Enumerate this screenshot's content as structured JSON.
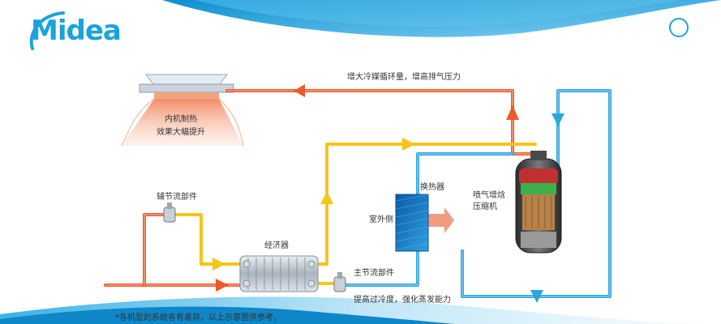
{
  "brand": {
    "logo_text": "Midea",
    "color": "#1aa3dc"
  },
  "colors": {
    "hot": "#ee5a2a",
    "mid": "#f5c518",
    "cold": "#2ba6de",
    "frame": "#1aa3dc"
  },
  "labels": {
    "top_flow": "增大冷媒循环量，增高排气压力",
    "indoor_line1": "内机制热",
    "indoor_line2": "效果大幅提升",
    "aux_valve": "辅节流部件",
    "economizer": "经济器",
    "exchanger": "换热器",
    "outdoor": "室外侧",
    "compressor_line1": "喷气增焓",
    "compressor_line2": "压缩机",
    "main_valve": "主节流部件",
    "bottom_flow": "提高过冷度，强化蒸发能力"
  },
  "footnote": "*各机型的系统各有差异，以上示意图供参考。"
}
